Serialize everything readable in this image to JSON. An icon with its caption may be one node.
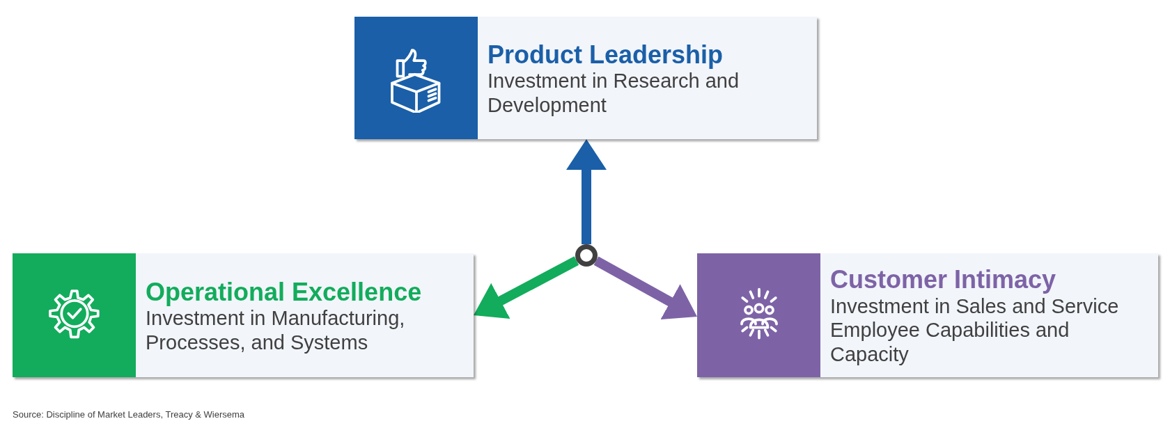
{
  "diagram": {
    "nodes": [
      {
        "text": [
          "Product Leadership",
          "Investment in Research and Development"
        ]
      },
      {
        "text": [
          "Operational Excellence",
          "Investment in Manufacturing, Processes, and Systems"
        ]
      },
      {
        "text": [
          "Customer Intimacy",
          "Investment in Sales and Service Employee Capabilities and Capacity"
        ]
      },
      {
        "text": [],
        "shape": "circle"
      }
    ],
    "edges": [
      {
        "from": 3,
        "to": 0,
        "arrow": "to",
        "color": "#1a5fa8"
      },
      {
        "from": 3,
        "to": 1,
        "arrow": "to",
        "color": "#12ac5c"
      },
      {
        "from": 3,
        "to": 2,
        "arrow": "to",
        "color": "#7d63a6"
      }
    ],
    "labels": [
      "Source: Discipline of Market Leaders, Treacy & Wiersema"
    ]
  }
}
